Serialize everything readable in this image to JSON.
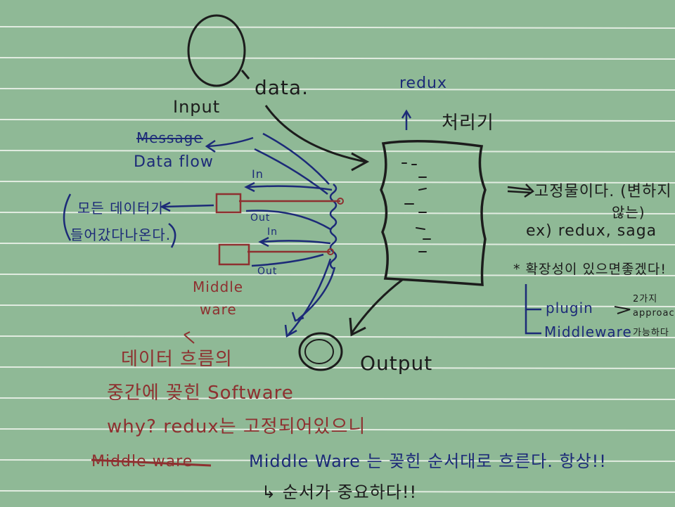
{
  "colors": {
    "paper": "#8fb996",
    "rule_line": "#f1f6ef",
    "black_ink": "#1c1c1c",
    "blue_ink": "#1c2a78",
    "red_ink": "#8e3030"
  },
  "labels": {
    "input": "Input",
    "data": "data.",
    "redux_top": "redux",
    "processor": "처리기",
    "crossed_word": "Message",
    "data_flow": "Data flow",
    "in_1": "In",
    "out_1": "Out",
    "in_2": "In",
    "out_2": "Out",
    "all_data_line1": "모든 데이터가",
    "all_data_line2": "들어갔다나온다.",
    "middleware_red_line1": "Middle",
    "middleware_red_line2": "ware",
    "fixed": "고정물이다. (변하지",
    "fixed_cont": "않는)",
    "example": "ex) redux, saga",
    "extension": "* 확장성이 있으면좋겠다!",
    "plugin": "plugin",
    "middleware_branch": "Middleware",
    "two_approaches_1": "2가지",
    "two_approaches_2": "approach",
    "two_approaches_3": "가능하다",
    "output": "Output",
    "desc_line1": "데이터 흐름의",
    "desc_line2": "중간에 꽂힌 Software",
    "desc_line3": "why? redux는 고정되어있으니",
    "crossed_bottom": "Middle ware",
    "rule_line1": "Middle Ware 는 꽂힌 순서대로 흐른다. 항상!!",
    "rule_line2": "↳ 순서가 중요하다!!"
  }
}
